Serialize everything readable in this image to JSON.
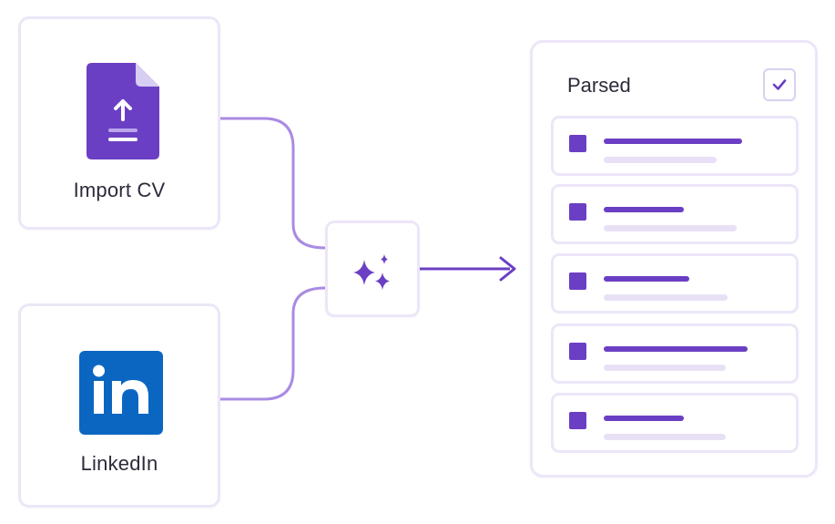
{
  "sources": {
    "import_cv": {
      "label": "Import CV",
      "icon": "document-upload-icon"
    },
    "linkedin": {
      "label": "LinkedIn",
      "icon": "linkedin-logo",
      "logo_text": "in"
    }
  },
  "processor": {
    "icon": "sparkles-icon"
  },
  "parsed": {
    "title": "Parsed",
    "checked": true,
    "rows": [
      {
        "icon": "square-bullet"
      },
      {
        "icon": "square-bullet"
      },
      {
        "icon": "square-bullet"
      },
      {
        "icon": "square-bullet"
      },
      {
        "icon": "square-bullet"
      }
    ]
  },
  "colors": {
    "accent": "#6b3fc4",
    "accent_light": "#e8e1f6",
    "border": "#ece6f8",
    "connector": "#a98be3",
    "linkedin_blue": "#0b66c2",
    "text": "#2d2a3a"
  }
}
